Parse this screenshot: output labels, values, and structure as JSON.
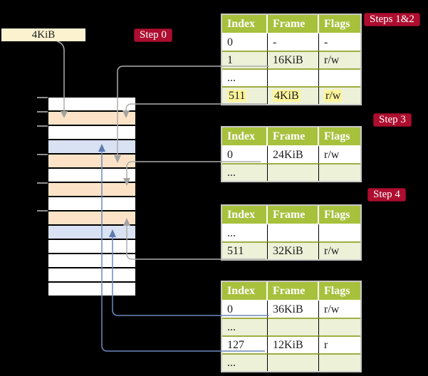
{
  "colors": {
    "background": "#000000",
    "table_header_bg": "#a7c13d",
    "table_alt_row_bg": "#ecf1d8",
    "table_outer_border": "#c9c9c6",
    "row_separator_olive": "#9fae42",
    "highlight_yellow": "#fdf49c",
    "badge_bg": "#ad0d2f",
    "badge_text": "#ffffff",
    "label_box_bg": "#fdf2d0",
    "memory_frame_orange": "#fce3c7",
    "memory_frame_blue": "#d9e2f3",
    "memory_frame_white": "#ffffff",
    "connector_gray": "#adadad",
    "connector_blue": "#6d89bd"
  },
  "label_box": {
    "text": "4KiB"
  },
  "badges": {
    "step0": "Step 0",
    "steps12": "Steps 1&2",
    "step3": "Step 3",
    "step4": "Step 4"
  },
  "table_columns": [
    "Index",
    "Frame",
    "Flags"
  ],
  "tables": [
    {
      "name": "steps-1-2-table",
      "rows": [
        {
          "index": "0",
          "frame": "-",
          "flags": "-"
        },
        {
          "index": "1",
          "frame": "16KiB",
          "flags": "r/w"
        },
        {
          "index": "...",
          "frame": "",
          "flags": ""
        },
        {
          "index": "511",
          "frame": "4KiB",
          "flags": "r/w",
          "highlight": true
        }
      ]
    },
    {
      "name": "step-3-table",
      "rows": [
        {
          "index": "0",
          "frame": "24KiB",
          "flags": "r/w"
        },
        {
          "index": "...",
          "frame": "",
          "flags": ""
        }
      ]
    },
    {
      "name": "step-4-table",
      "rows": [
        {
          "index": "...",
          "frame": "",
          "flags": ""
        },
        {
          "index": "511",
          "frame": "32KiB",
          "flags": "r/w"
        }
      ]
    },
    {
      "name": "final-level-table",
      "rows": [
        {
          "index": "0",
          "frame": "36KiB",
          "flags": "r/w"
        },
        {
          "index": "...",
          "frame": "",
          "flags": ""
        },
        {
          "index": "127",
          "frame": "12KiB",
          "flags": "r"
        },
        {
          "index": "...",
          "frame": "",
          "flags": ""
        }
      ]
    }
  ],
  "memory": {
    "frames": [
      "white",
      "orange",
      "white",
      "blue",
      "orange",
      "white",
      "orange",
      "white",
      "orange",
      "blue",
      "white",
      "white",
      "white",
      "white"
    ]
  }
}
